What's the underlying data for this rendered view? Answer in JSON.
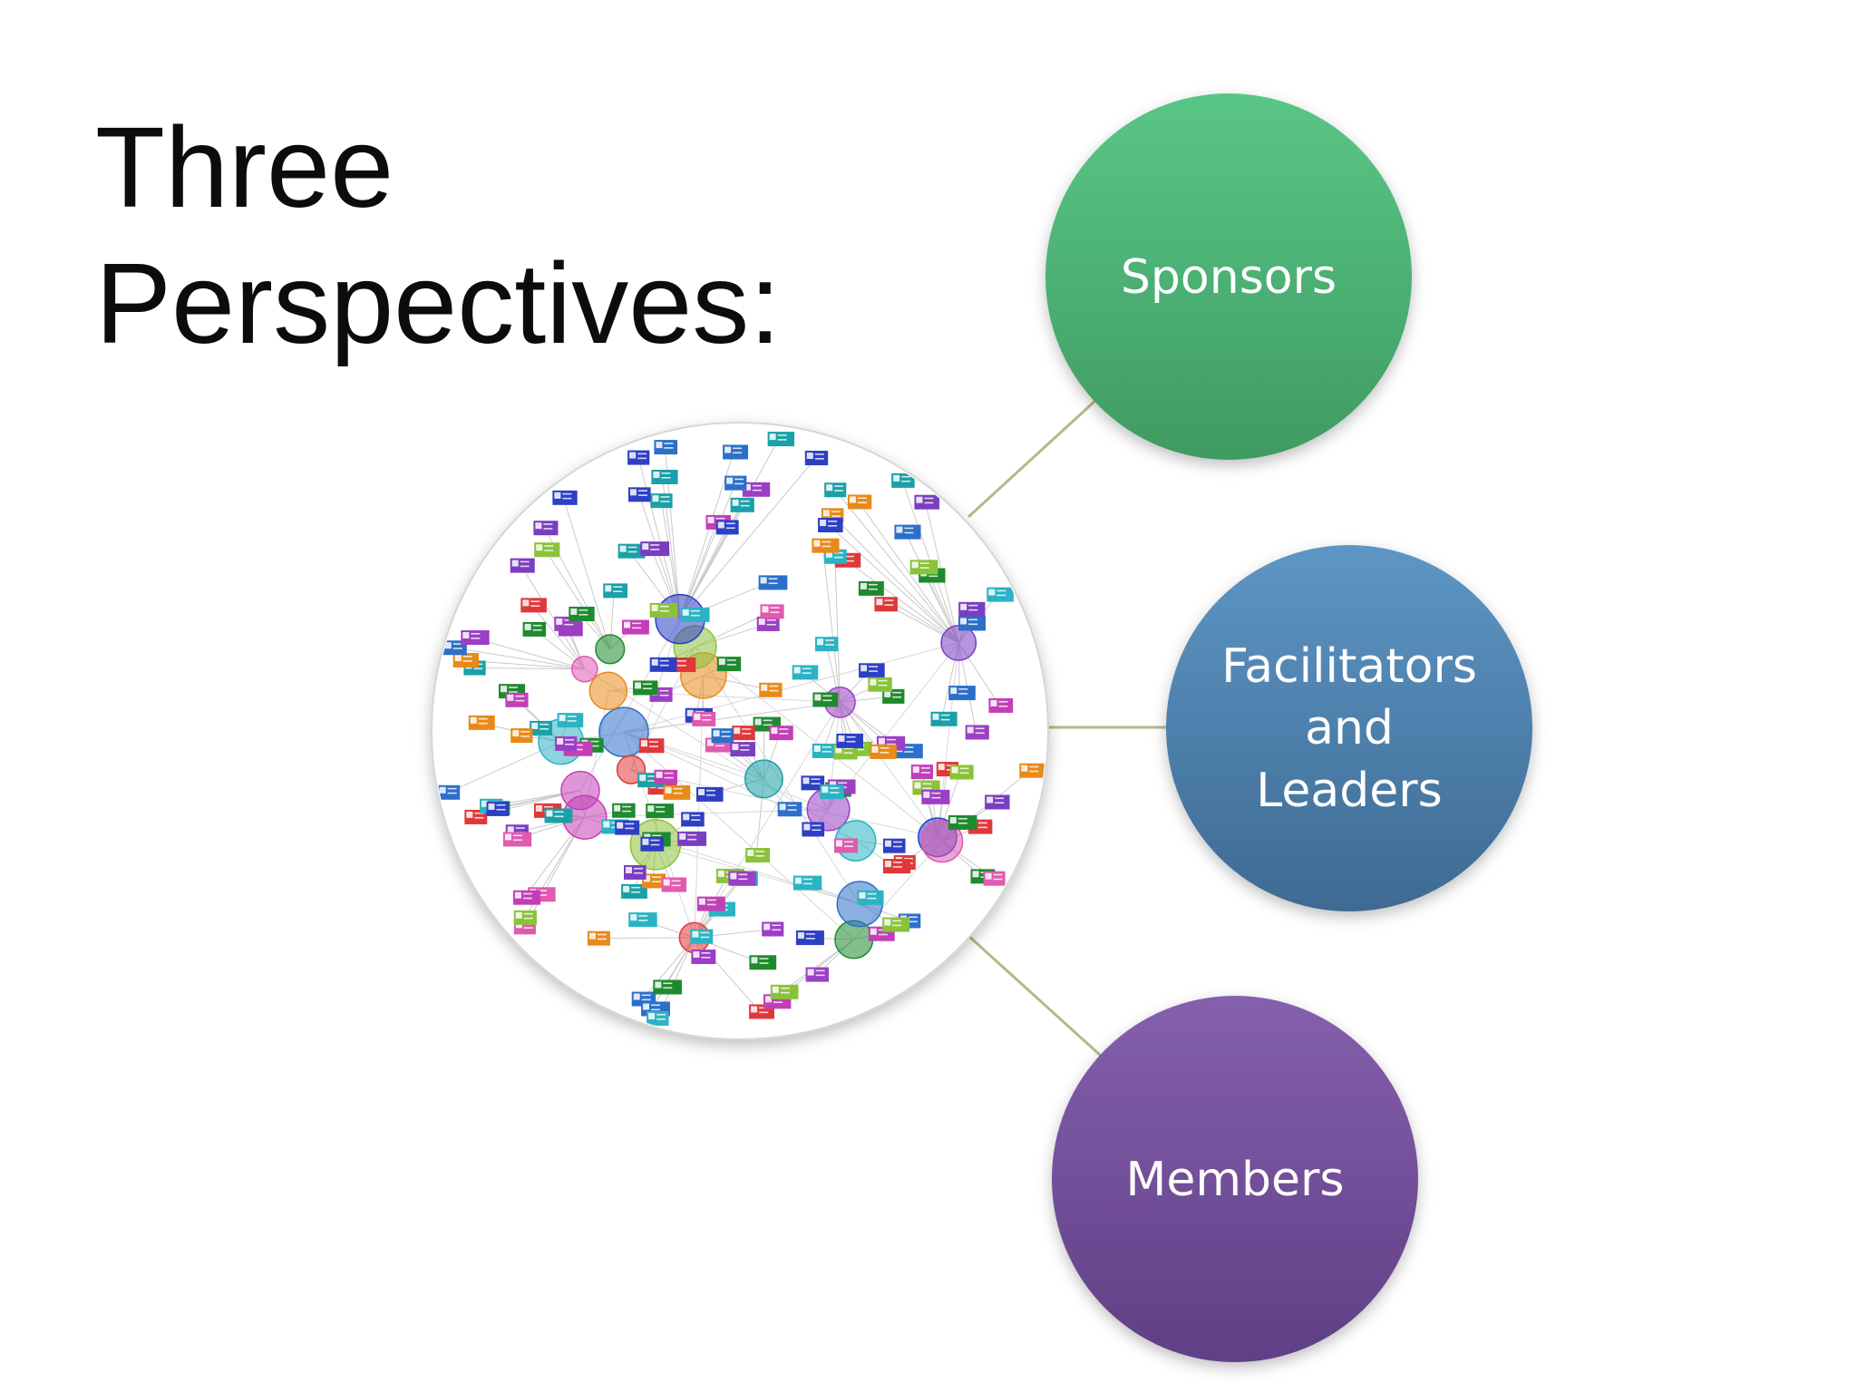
{
  "slide": {
    "title_lines": [
      "Three",
      "Perspectives:"
    ]
  },
  "diagram": {
    "hub": {
      "description_icon": "social-network-graph-icon",
      "node_colors": [
        "#2bb3c4",
        "#9b3fc4",
        "#c23fb7",
        "#2d3fc4",
        "#1e8a2e",
        "#e0383a",
        "#e88a1a",
        "#2c6fc9",
        "#8ac23a",
        "#e05ab0",
        "#1aa0a8",
        "#7a3ec2"
      ]
    },
    "bubbles": [
      {
        "key": "sponsors",
        "lines": [
          "Sponsors"
        ],
        "color_top": "#5ac686",
        "color_bottom": "#3f9b62"
      },
      {
        "key": "facilitators",
        "lines": [
          "Facilitators",
          "and",
          "Leaders"
        ],
        "color_top": "#5d96c4",
        "color_bottom": "#3e6a93"
      },
      {
        "key": "members",
        "lines": [
          "Members"
        ],
        "color_top": "#8560ad",
        "color_bottom": "#5f3f85"
      }
    ],
    "connector_color": "#b5b98a"
  }
}
